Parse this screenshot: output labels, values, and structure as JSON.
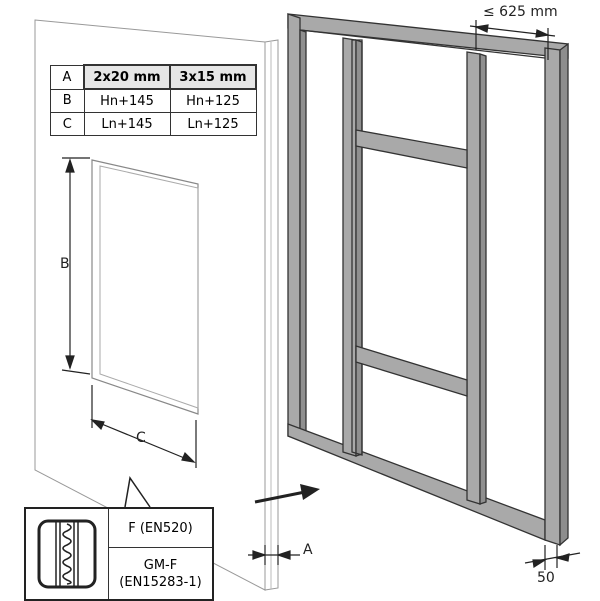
{
  "table": {
    "rows": [
      {
        "key": "A",
        "col1": "2x20 mm",
        "col2": "3x15 mm"
      },
      {
        "key": "B",
        "col1": "Hn+145",
        "col2": "Hn+125"
      },
      {
        "key": "C",
        "col1": "Ln+145",
        "col2": "Ln+125"
      }
    ]
  },
  "dimensions": {
    "spacing": "≤ 625 mm",
    "height_label": "B",
    "width_label": "C",
    "thickness_label": "A",
    "profile_width": "50"
  },
  "legend": {
    "icon": "insulation-layer-icon",
    "line1": "F (EN520)",
    "line2a": "GM-F",
    "line2b": "(EN15283-1)"
  },
  "colors": {
    "frame": "#a9a9a9",
    "outline": "#333333"
  }
}
